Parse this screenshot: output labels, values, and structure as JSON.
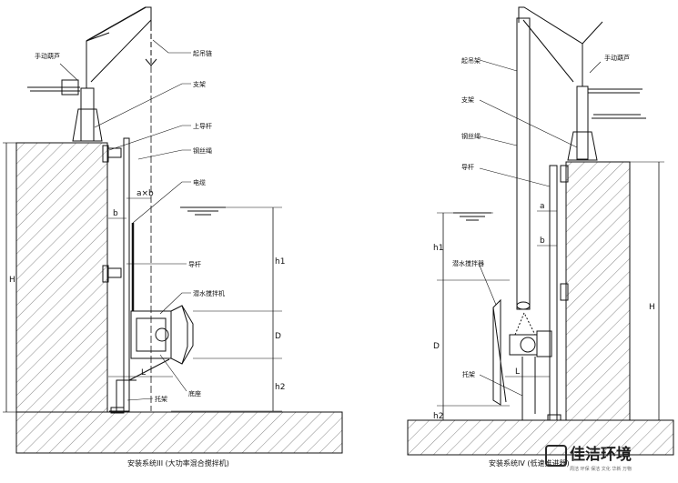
{
  "left_labels": {
    "hand_hoist": "手动葫芦",
    "lifting_chain": "起吊链",
    "bracket": "支架",
    "upper_support": "上导杆",
    "steel_rope": "钢丝绳",
    "cable": "电缆",
    "guide_rod": "导杆",
    "mixer": "潜水搅拌机",
    "lower_bracket": "底座",
    "base": "托架"
  },
  "right_labels": {
    "lifting_chain": "起吊架",
    "hand_hoist": "手动葫芦",
    "bracket": "支架",
    "steel_rope": "钢丝绳",
    "guide_rod": "导杆",
    "mixer": "潜水搅拌器",
    "base": "托架"
  },
  "dims": {
    "H": "H",
    "h1": "h1",
    "h2": "h2",
    "D": "D",
    "L": "L",
    "b": "b",
    "a": "a",
    "axb": "a×b"
  },
  "captions": {
    "left": "安装系统III (大功率混合搅拌机)",
    "right": "安装系统IV (低速推进器)"
  },
  "watermark": {
    "brand": "佳洁环境",
    "sub": "周洁 环保 保洁 文化 华新 万物"
  }
}
